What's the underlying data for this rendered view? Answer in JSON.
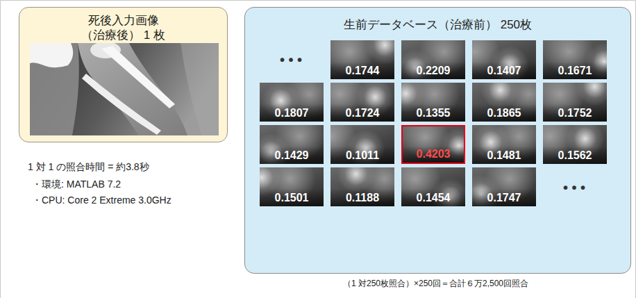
{
  "diagram": {
    "caption": "（1 対250枚照合）×250回＝合計６万2,500回照合",
    "nodes": [
      {
        "text": [
          "死後入力画像 （治療後） 1 枚"
        ]
      },
      {
        "text": [
          "生前データベース（治療前） 250枚"
        ]
      },
      {
        "text": [
          "0.1744"
        ],
        "in": 1
      },
      {
        "text": [
          "0.2209"
        ],
        "in": 1
      },
      {
        "text": [
          "0.1407"
        ],
        "in": 1
      },
      {
        "text": [
          "0.1671"
        ],
        "in": 1
      },
      {
        "text": [
          "0.1807"
        ],
        "in": 1
      },
      {
        "text": [
          "0.1724"
        ],
        "in": 1
      },
      {
        "text": [
          "0.1355"
        ],
        "in": 1
      },
      {
        "text": [
          "0.1865"
        ],
        "in": 1
      },
      {
        "text": [
          "0.1752"
        ],
        "in": 1
      },
      {
        "text": [
          "0.1429"
        ],
        "in": 1
      },
      {
        "text": [
          "0.1011"
        ],
        "in": 1
      },
      {
        "text": [
          "0.4203"
        ],
        "in": 1
      },
      {
        "text": [
          "0.1481"
        ],
        "in": 1
      },
      {
        "text": [
          "0.1562"
        ],
        "in": 1
      },
      {
        "text": [
          "0.1501"
        ],
        "in": 1
      },
      {
        "text": [
          "0.1188"
        ],
        "in": 1
      },
      {
        "text": [
          "0.1454"
        ],
        "in": 1
      },
      {
        "text": [
          "0.1747"
        ],
        "in": 1
      }
    ],
    "labels": [
      "1 対 1 の照合時間 = 約3.8秒",
      "・環境: MATLAB 7.2",
      "・CPU: Core 2 Extreme 3.0GHz",
      "• • •",
      "• • •"
    ]
  }
}
